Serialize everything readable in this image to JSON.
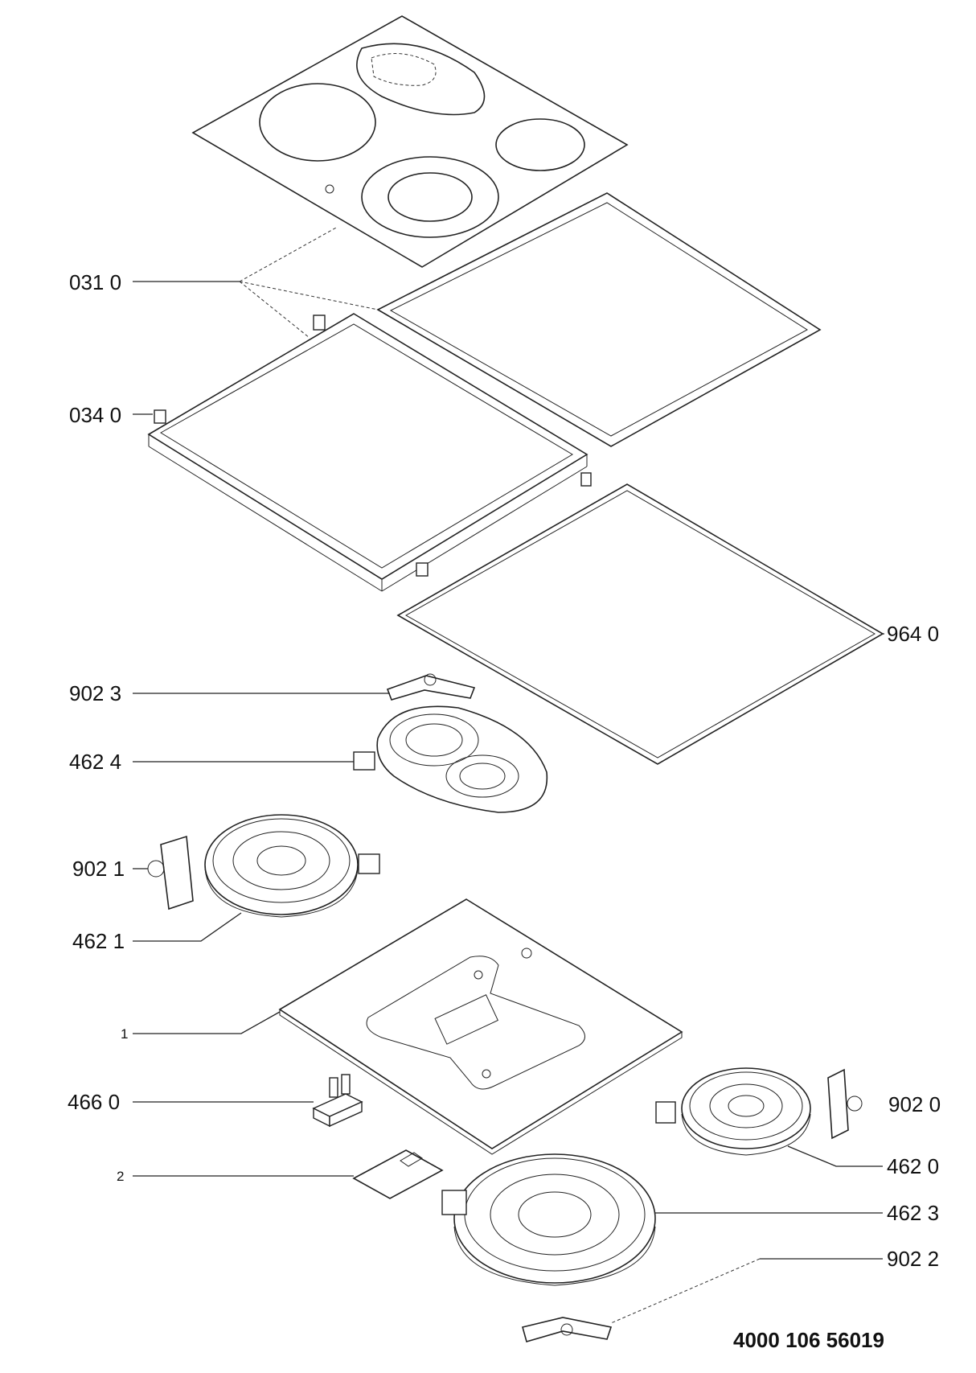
{
  "document_number": "4000 106 56019",
  "labels": [
    {
      "id": "031-0",
      "text": "031 0"
    },
    {
      "id": "034-0",
      "text": "034 0"
    },
    {
      "id": "964-0",
      "text": "964 0"
    },
    {
      "id": "902-3",
      "text": "902 3"
    },
    {
      "id": "462-4",
      "text": "462 4"
    },
    {
      "id": "902-1",
      "text": "902 1"
    },
    {
      "id": "462-1",
      "text": "462 1"
    },
    {
      "id": "1",
      "text": "1"
    },
    {
      "id": "466-0",
      "text": "466 0"
    },
    {
      "id": "902-0",
      "text": "902 0"
    },
    {
      "id": "2",
      "text": "2"
    },
    {
      "id": "462-0",
      "text": "462 0"
    },
    {
      "id": "462-3",
      "text": "462 3"
    },
    {
      "id": "902-2",
      "text": "902 2"
    }
  ]
}
